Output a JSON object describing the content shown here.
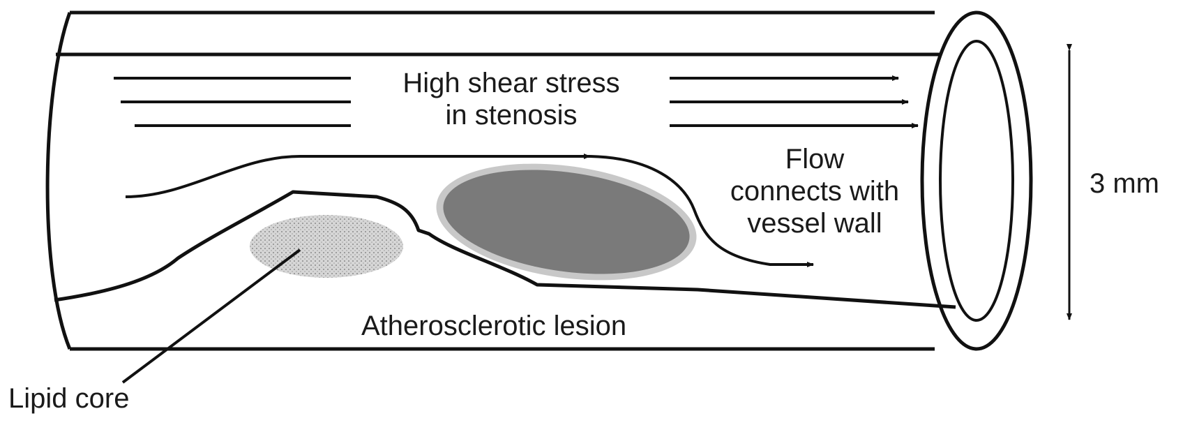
{
  "labels": {
    "shear_line1": "High shear stress",
    "shear_line2": "in stenosis",
    "flow_line1": "Flow",
    "flow_line2": "connects with",
    "flow_line3": "vessel wall",
    "dimension": "3 mm",
    "lesion": "Atherosclerotic lesion",
    "lipid_core": "Lipid core"
  },
  "colors": {
    "stroke": "#111111",
    "plaque_fill": "#7a7a7a",
    "plaque_halo": "#c8c8c8",
    "lipid_fill": "#d4d4d4",
    "background": "#ffffff"
  }
}
